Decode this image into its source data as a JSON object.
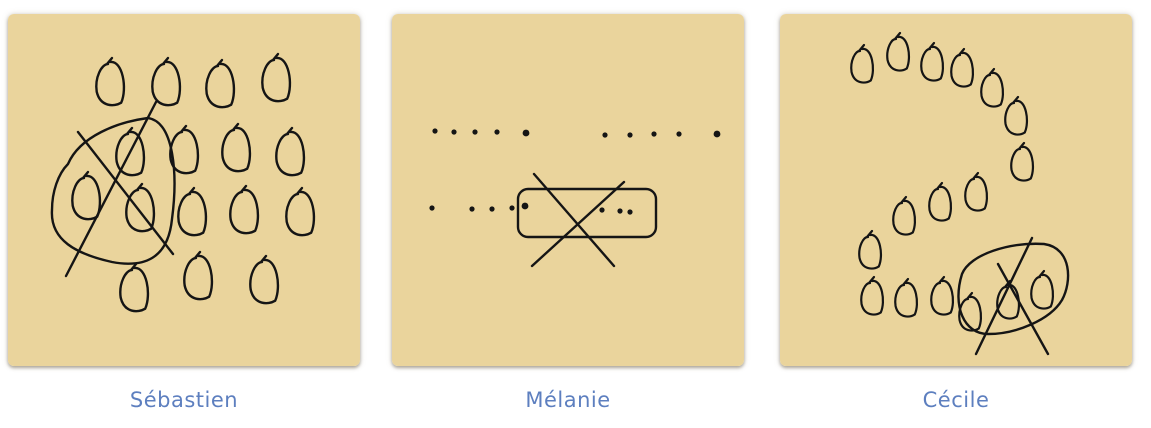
{
  "colors": {
    "panel_fill": "#ead49c",
    "ink": "#151515",
    "caption": "#5d7fbf"
  },
  "panels": [
    {
      "name": "Sébastien"
    },
    {
      "name": "Mélanie"
    },
    {
      "name": "Cécile"
    }
  ]
}
